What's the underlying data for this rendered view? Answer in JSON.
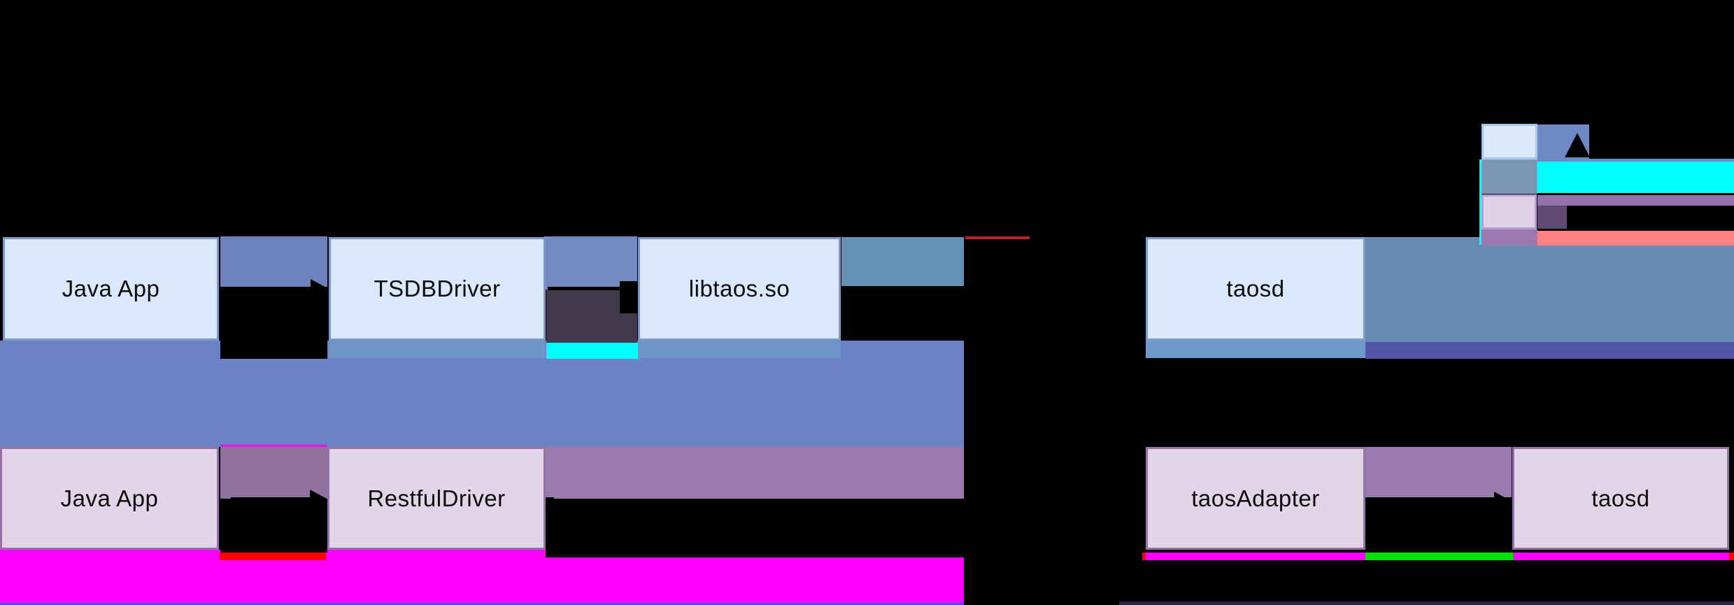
{
  "diagram": {
    "title": "JDBC connector architecture diagram",
    "boxes": {
      "java_app_top": {
        "label": "Java App"
      },
      "tsdb_driver": {
        "label": "TSDBDriver"
      },
      "libtaos": {
        "label": "libtaos.so"
      },
      "taosd_top": {
        "label": "taosd"
      },
      "java_app_bottom": {
        "label": "Java App"
      },
      "restful_driver": {
        "label": "RestfulDriver"
      },
      "taos_adapter": {
        "label": "taosAdapter"
      },
      "taosd_bottom": {
        "label": "taosd"
      }
    },
    "legend": {
      "swatches": [
        {
          "name": "light-blue-square",
          "fill": "#dce8f8",
          "border": "#a7c6ee",
          "bar_right": "#6e89c4"
        },
        {
          "name": "steel-square",
          "fill": "#7c95b2",
          "bar_right": "#00ffff"
        },
        {
          "name": "lavender-square",
          "fill": "#ded2e8",
          "border": "#b89fd0",
          "bar_right": "#9272ab",
          "bar_below": "#fd8181"
        }
      ]
    },
    "colors": {
      "background": "#000000",
      "box_blue_fill": "#dae8fc",
      "box_blue_stroke": "#7d99c8",
      "box_purple_fill": "#e1d5e7",
      "box_purple_stroke": "#9673a6",
      "slate_gap_band": "#6e83bd",
      "big_left_band": "#6b83c4",
      "tall_right_band": "#6889b4",
      "steel_strip": "#6d94c4",
      "indigo_band": "#5355a9",
      "purple_band": "#9a7aac",
      "purple_band_dark": "#91729f",
      "dark_gap_rect": "#423a4a",
      "cyan": "#00ffff",
      "magenta": "#ff00ff",
      "green": "#00e400",
      "red": "#ff0000",
      "salmon": "#fd8181",
      "dark_red_line": "#c42222",
      "bottom_blue_strip": "#4b50d8",
      "bottom_dark_purple_strip": "#302345",
      "arrow": "#000000"
    }
  }
}
